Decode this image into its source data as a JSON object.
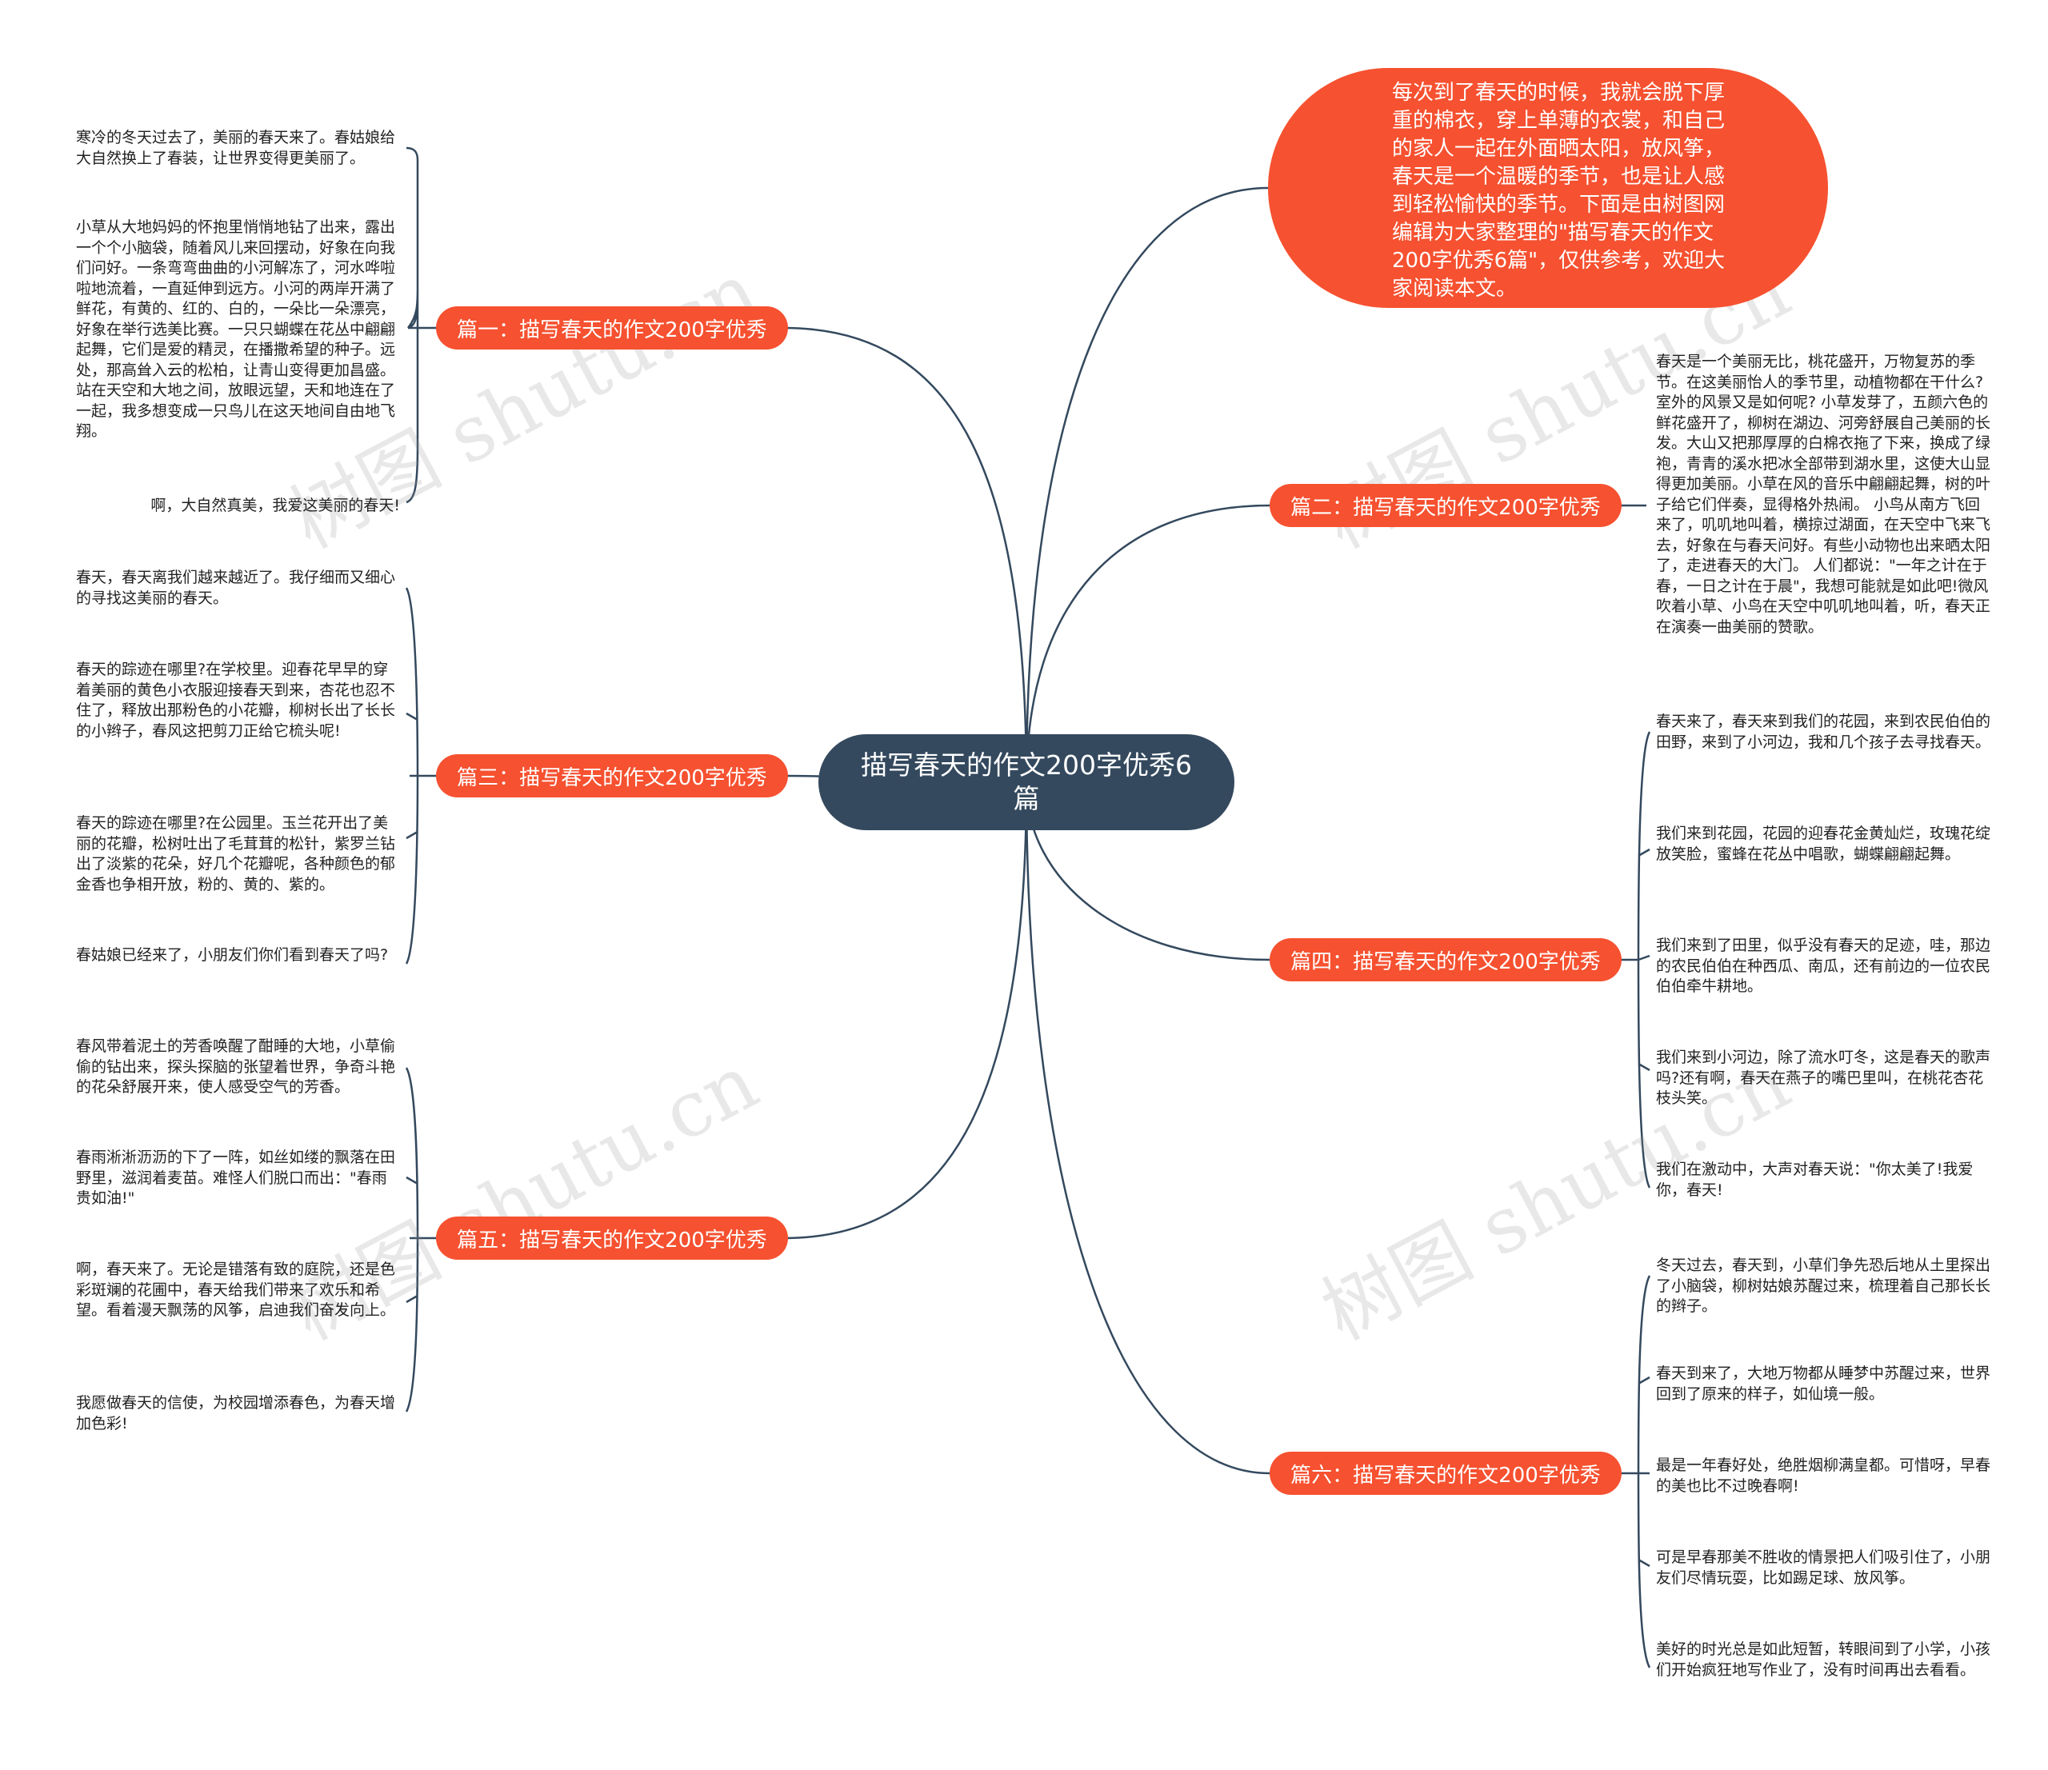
{
  "center": {
    "title": "描写春天的作文200字优秀6篇"
  },
  "intro": {
    "text": "每次到了春天的时候，我就会脱下厚重的棉衣，穿上单薄的衣裳，和自己的家人一起在外面晒太阳，放风筝，春天是一个温暖的季节，也是让人感到轻松愉快的季节。下面是由树图网编辑为大家整理的\"描写春天的作文200字优秀6篇\"，仅供参考，欢迎大家阅读本文。"
  },
  "branches": [
    {
      "label": "篇一：描写春天的作文200字优秀",
      "leaves": [
        "寒冷的冬天过去了，美丽的春天来了。春姑娘给大自然换上了春装，让世界变得更美丽了。",
        "小草从大地妈妈的怀抱里悄悄地钻了出来，露出一个个小脑袋，随着风儿来回摆动，好象在向我们问好。一条弯弯曲曲的小河解冻了，河水哗啦啦地流着，一直延伸到远方。小河的两岸开满了鲜花，有黄的、红的、白的，一朵比一朵漂亮，好象在举行选美比赛。一只只蝴蝶在花丛中翩翩起舞，它们是爱的精灵，在播撒希望的种子。远处，那高耸入云的松柏，让青山变得更加昌盛。站在天空和大地之间，放眼远望，天和地连在了一起，我多想变成一只鸟儿在这天地间自由地飞翔。",
        "啊，大自然真美，我爱这美丽的春天!"
      ]
    },
    {
      "label": "篇二：描写春天的作文200字优秀",
      "leaves": [
        "春天是一个美丽无比，桃花盛开，万物复苏的季节。在这美丽怡人的季节里，动植物都在干什么?室外的风景又是如何呢? 小草发芽了，五颜六色的鲜花盛开了，柳树在湖边、河旁舒展自己美丽的长发。大山又把那厚厚的白棉衣拖了下来，换成了绿袍，青青的溪水把冰全部带到湖水里，这使大山显得更加美丽。小草在风的音乐中翩翩起舞，树的叶子给它们伴奏，显得格外热闹。 小鸟从南方飞回来了，叽叽地叫着，横掠过湖面，在天空中飞来飞去，好象在与春天问好。有些小动物也出来晒太阳了，走进春天的大门。 人们都说：\"一年之计在于春，一日之计在于晨\"，我想可能就是如此吧!微风吹着小草、小鸟在天空中叽叽地叫着，听，春天正在演奏一曲美丽的赞歌。"
      ]
    },
    {
      "label": "篇三：描写春天的作文200字优秀",
      "leaves": [
        "春天，春天离我们越来越近了。我仔细而又细心的寻找这美丽的春天。",
        "春天的踪迹在哪里?在学校里。迎春花早早的穿着美丽的黄色小衣服迎接春天到来，杏花也忍不住了，释放出那粉色的小花瓣，柳树长出了长长的小辫子，春风这把剪刀正给它梳头呢!",
        "春天的踪迹在哪里?在公园里。玉兰花开出了美丽的花瓣，松树吐出了毛茸茸的松针，紫罗兰钻出了淡紫的花朵，好几个花瓣呢，各种颜色的郁金香也争相开放，粉的、黄的、紫的。",
        "春姑娘已经来了，小朋友们你们看到春天了吗?"
      ]
    },
    {
      "label": "篇四：描写春天的作文200字优秀",
      "leaves": [
        "春天来了，春天来到我们的花园，来到农民伯伯的田野，来到了小河边，我和几个孩子去寻找春天。",
        "我们来到花园，花园的迎春花金黄灿烂，玫瑰花绽放笑脸，蜜蜂在花丛中唱歌，蝴蝶翩翩起舞。",
        "我们来到了田里，似乎没有春天的足迹，哇，那边的农民伯伯在种西瓜、南瓜，还有前边的一位农民伯伯牵牛耕地。",
        "我们来到小河边，除了流水叮冬，这是春天的歌声吗?还有啊，春天在燕子的嘴巴里叫，在桃花杏花枝头笑。",
        "我们在激动中，大声对春天说：\"你太美了!我爱你，春天!"
      ]
    },
    {
      "label": "篇五：描写春天的作文200字优秀",
      "leaves": [
        "春风带着泥土的芳香唤醒了酣睡的大地，小草偷偷的钻出来，探头探脑的张望着世界，争奇斗艳的花朵舒展开来，使人感受空气的芳香。",
        "春雨淅淅沥沥的下了一阵，如丝如缕的飘落在田野里，滋润着麦苗。难怪人们脱口而出：\"春雨贵如油!\"",
        "啊，春天来了。无论是错落有致的庭院，还是色彩斑斓的花圃中，春天给我们带来了欢乐和希望。看着漫天飘荡的风筝，启迪我们奋发向上。",
        "我愿做春天的信使，为校园增添春色，为春天增加色彩!"
      ]
    },
    {
      "label": "篇六：描写春天的作文200字优秀",
      "leaves": [
        "冬天过去，春天到，小草们争先恐后地从土里探出了小脑袋，柳树姑娘苏醒过来，梳理着自己那长长的辫子。",
        "春天到来了，大地万物都从睡梦中苏醒过来，世界回到了原来的样子，如仙境一般。",
        "最是一年春好处，绝胜烟柳满皇都。可惜呀，早春的美也比不过晚春啊!",
        "可是早春那美不胜收的情景把人们吸引住了，小朋友们尽情玩耍，比如踢足球、放风筝。",
        "美好的时光总是如此短暂，转眼间到了小学，小孩们开始疯狂地写作业了，没有时间再出去看看。"
      ]
    }
  ],
  "watermarks": [
    "树图 shutu.cn",
    "树图 shutu.cn",
    "树图 shutu.cn",
    "树图 shutu.cn"
  ],
  "colors": {
    "center": "#34495e",
    "branch": "#f65130",
    "line": "#34495e"
  }
}
